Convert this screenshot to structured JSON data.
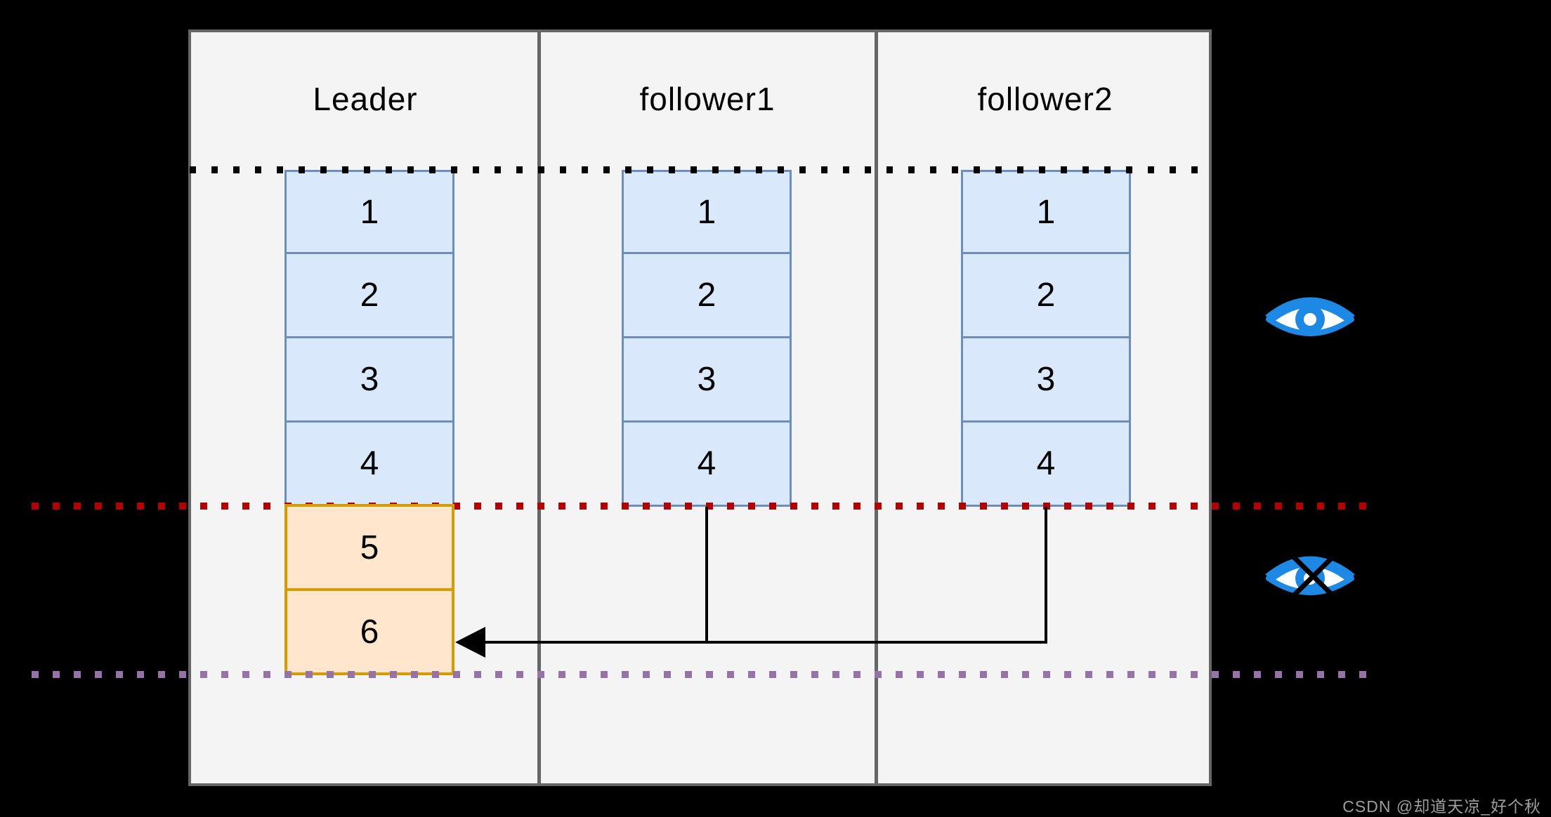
{
  "theme": {
    "bg": "#000000",
    "panel-bg": "#f4f4f4",
    "panel-border": "#666666",
    "blue-fill": "#dae8fc",
    "blue-border": "#6c8ebf",
    "orange-fill": "#ffe6cc",
    "orange-border": "#d79b00",
    "top-line": "#000000",
    "hw-line": "#b20000",
    "leo-line": "#9673a6",
    "connector": "#000000",
    "eye-blue": "#1e88e5",
    "watermark-color": "#9e9e9e"
  },
  "columns": [
    {
      "label": "Leader",
      "entries": [
        {
          "value": "1",
          "style": "blue"
        },
        {
          "value": "2",
          "style": "blue"
        },
        {
          "value": "3",
          "style": "blue"
        },
        {
          "value": "4",
          "style": "blue"
        },
        {
          "value": "5",
          "style": "orange"
        },
        {
          "value": "6",
          "style": "orange"
        }
      ]
    },
    {
      "label": "follower1",
      "entries": [
        {
          "value": "1",
          "style": "blue"
        },
        {
          "value": "2",
          "style": "blue"
        },
        {
          "value": "3",
          "style": "blue"
        },
        {
          "value": "4",
          "style": "blue"
        }
      ]
    },
    {
      "label": "follower2",
      "entries": [
        {
          "value": "1",
          "style": "blue"
        },
        {
          "value": "2",
          "style": "blue"
        },
        {
          "value": "3",
          "style": "blue"
        },
        {
          "value": "4",
          "style": "blue"
        }
      ]
    }
  ],
  "icons": {
    "visible": "eye-visible-icon",
    "not_visible": "eye-crossed-icon"
  },
  "watermark": {
    "text": "CSDN @却道天凉_好个秋"
  }
}
